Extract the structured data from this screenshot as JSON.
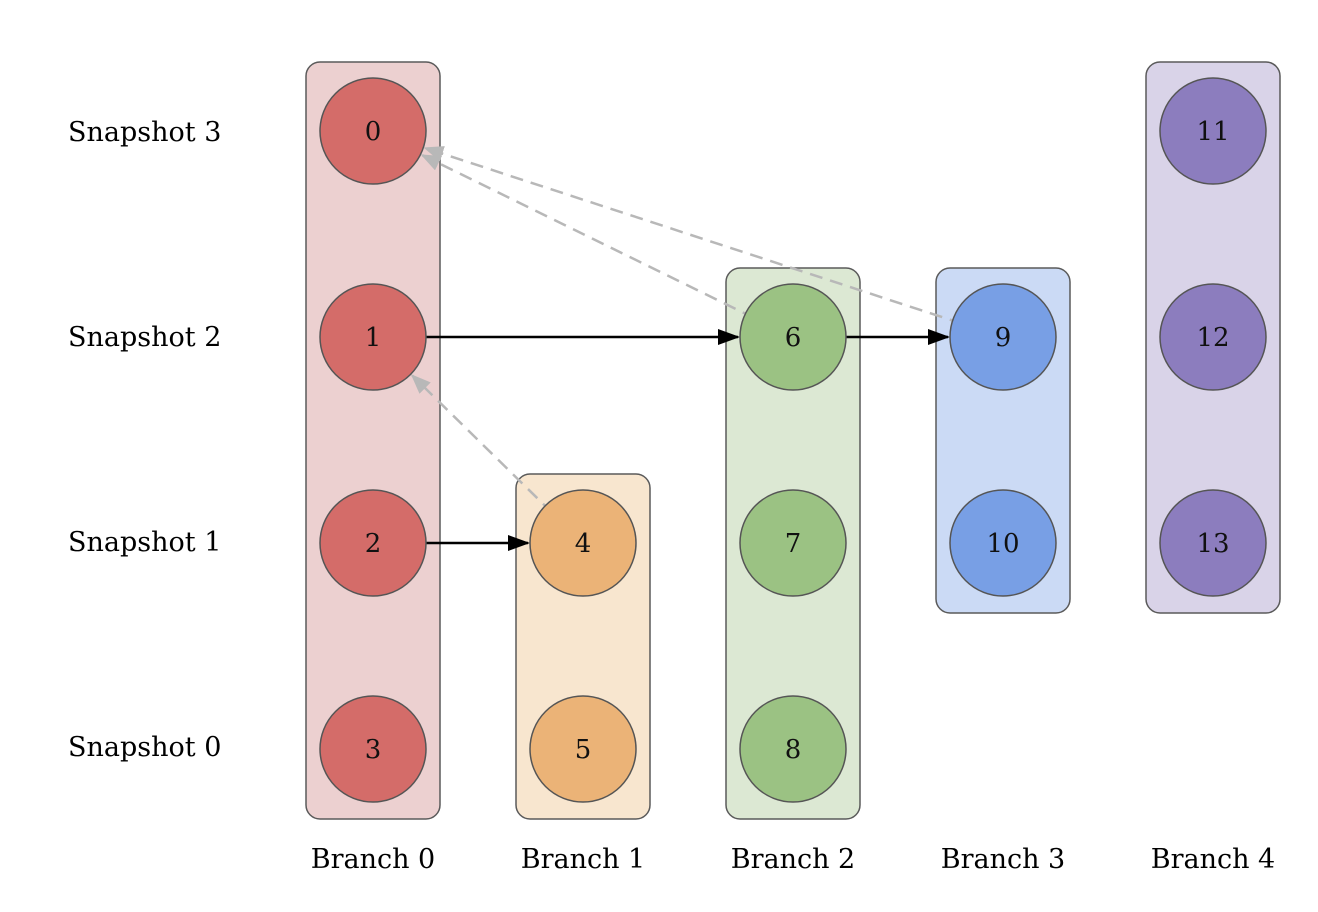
{
  "snapshot_labels": [
    "Snapshot 3",
    "Snapshot 2",
    "Snapshot 1",
    "Snapshot 0"
  ],
  "branches": [
    {
      "label": "Branch 0",
      "fill": "#ecd0d0",
      "node_color": "#d46c69",
      "nodes": [
        {
          "id": "0",
          "snapshot": 3
        },
        {
          "id": "1",
          "snapshot": 2
        },
        {
          "id": "2",
          "snapshot": 1
        },
        {
          "id": "3",
          "snapshot": 0
        }
      ]
    },
    {
      "label": "Branch 1",
      "fill": "#f8e6cf",
      "node_color": "#ebb377",
      "nodes": [
        {
          "id": "4",
          "snapshot": 1
        },
        {
          "id": "5",
          "snapshot": 0
        }
      ]
    },
    {
      "label": "Branch 2",
      "fill": "#dce8d3",
      "node_color": "#9bc283",
      "nodes": [
        {
          "id": "6",
          "snapshot": 2
        },
        {
          "id": "7",
          "snapshot": 1
        },
        {
          "id": "8",
          "snapshot": 0
        }
      ]
    },
    {
      "label": "Branch 3",
      "fill": "#cbdaf5",
      "node_color": "#789fe5",
      "nodes": [
        {
          "id": "9",
          "snapshot": 2
        },
        {
          "id": "10",
          "snapshot": 1
        }
      ]
    },
    {
      "label": "Branch 4",
      "fill": "#d9d3e8",
      "node_color": "#8c7dbe",
      "nodes": [
        {
          "id": "11",
          "snapshot": 3
        },
        {
          "id": "12",
          "snapshot": 2
        },
        {
          "id": "13",
          "snapshot": 1
        }
      ]
    }
  ],
  "edges": [
    {
      "from": "1",
      "to": "6",
      "style": "solid"
    },
    {
      "from": "6",
      "to": "9",
      "style": "solid"
    },
    {
      "from": "2",
      "to": "4",
      "style": "solid"
    },
    {
      "from": "4",
      "to": "1",
      "style": "dashed"
    },
    {
      "from": "6",
      "to": "0",
      "style": "dashed"
    },
    {
      "from": "9",
      "to": "0",
      "style": "dashed"
    }
  ],
  "colors": {
    "solid_edge": "#000000",
    "dashed_edge": "#b8b8b8"
  }
}
